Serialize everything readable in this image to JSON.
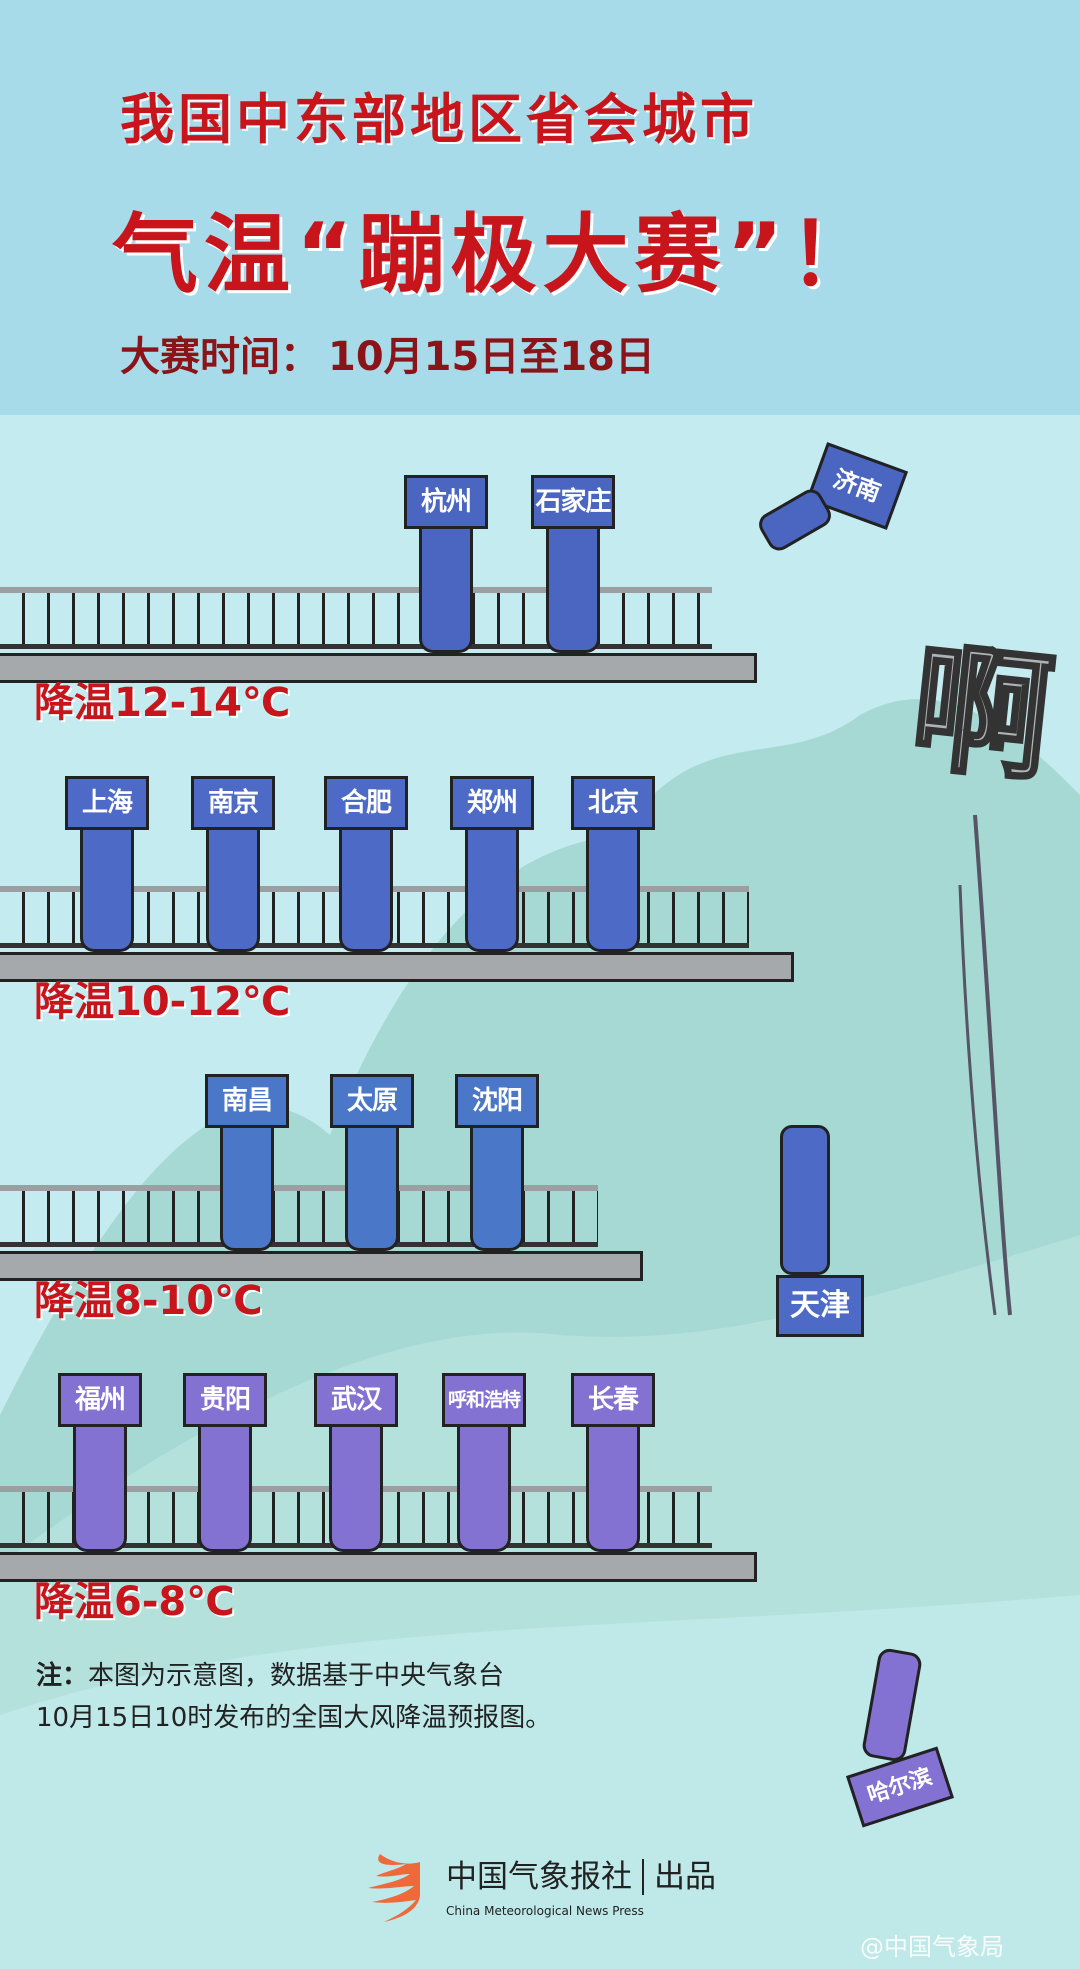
{
  "title": {
    "line1": "我国中东部地区省会城市",
    "line2": "气温“蹦极大赛”！",
    "date_label": "大赛时间：",
    "date_value": "10月15日至18日"
  },
  "tiers": [
    {
      "label": "降温12-14℃",
      "color": "#4a66c0",
      "cities": [
        "杭州",
        "石家庄"
      ],
      "jumper": "济南"
    },
    {
      "label": "降温10-12℃",
      "color": "#4d6bc6",
      "cities": [
        "上海",
        "南京",
        "合肥",
        "郑州",
        "北京"
      ],
      "jumper": "天津"
    },
    {
      "label": "降温8-10℃",
      "color": "#4a77c7",
      "cities": [
        "南昌",
        "太原",
        "沈阳"
      ]
    },
    {
      "label": "降温6-8℃",
      "color": "#8372d2",
      "cities": [
        "福州",
        "贵阳",
        "武汉",
        "呼和浩特",
        "长春"
      ],
      "jumper": "哈尔滨"
    }
  ],
  "exclaim": "啊",
  "note": {
    "prefix": "注：",
    "line1": "本图为示意图，数据基于中央气象台",
    "line2": "10月15日10时发布的全国大风降温预报图。"
  },
  "footer": {
    "publisher": "中国气象报社",
    "suffix": "出品",
    "publisher_en": "China Meteorological News Press",
    "watermark": "@中国气象局"
  }
}
